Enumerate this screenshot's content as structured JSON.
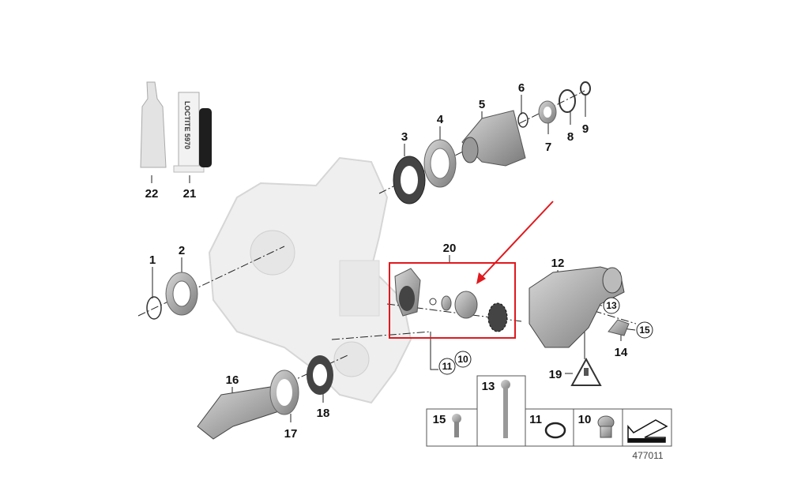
{
  "diagram": {
    "part_labels": {
      "p1": "1",
      "p2": "2",
      "p3": "3",
      "p4": "4",
      "p5": "5",
      "p6": "6",
      "p7": "7",
      "p8": "8",
      "p9": "9",
      "p12": "12",
      "p14": "14",
      "p16": "16",
      "p17": "17",
      "p18": "18",
      "p19": "19",
      "p20": "20",
      "p21": "21",
      "p22": "22"
    },
    "circled_labels": {
      "c13": "13",
      "c15": "15",
      "c11": "11",
      "c10": "10"
    },
    "sealant_text": "LOCTITE 5970",
    "highlight_color": "#e0191e",
    "legend_table": {
      "cells": [
        "15",
        "13",
        "11",
        "10"
      ]
    },
    "diagram_number": "477011"
  }
}
